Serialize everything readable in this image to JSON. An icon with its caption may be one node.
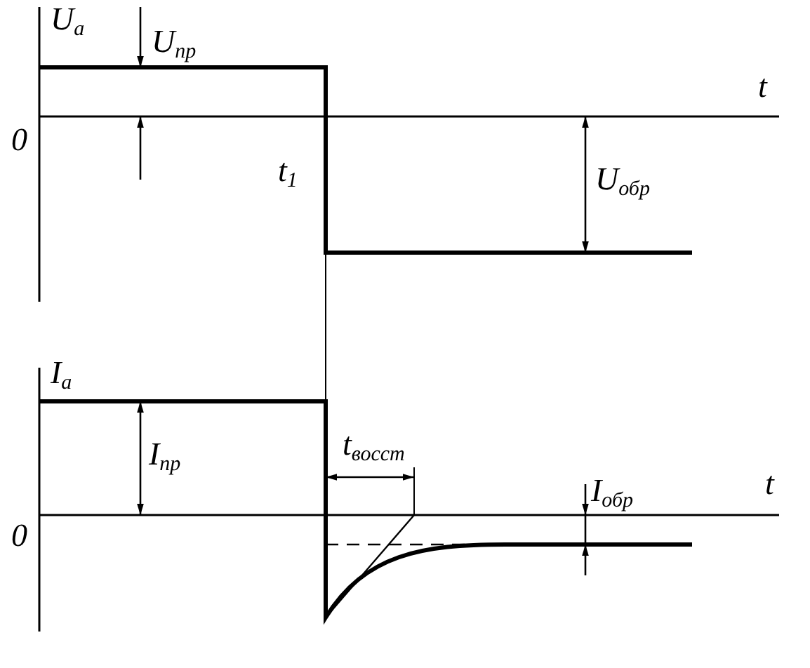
{
  "diagram": {
    "labels": [
      "U$_{a}$",
      "U$_{пр}$",
      "t",
      "0",
      "t$_{1}$",
      "U$_{обр}$",
      "I$_{a}$",
      "t$_{восст}$",
      "I$_{пр}$",
      "0",
      "I$_{обр}$",
      "t"
    ]
  }
}
